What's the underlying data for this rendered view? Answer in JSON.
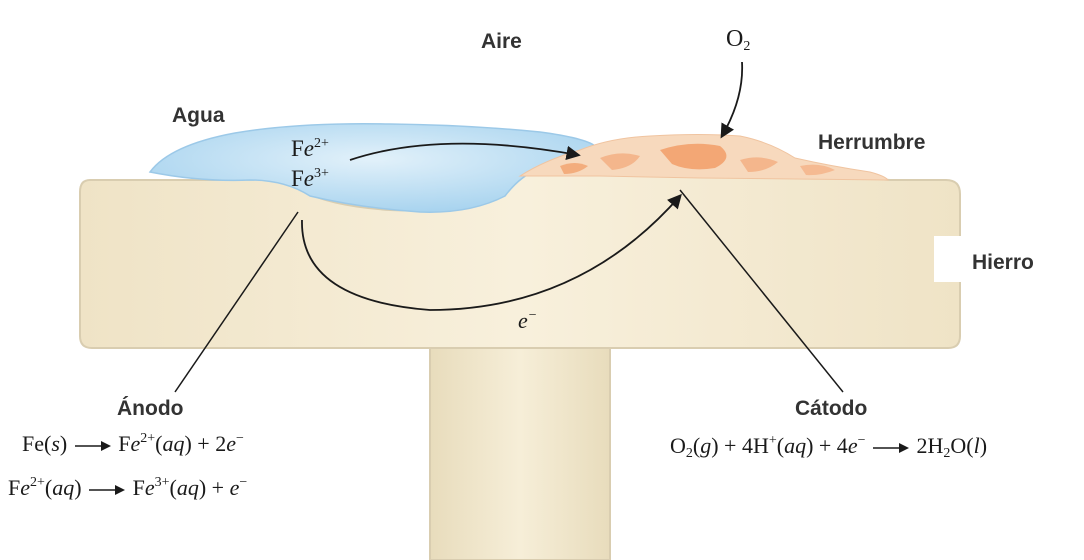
{
  "labels": {
    "aire": "Aire",
    "agua": "Agua",
    "herrumbre": "Herrumbre",
    "hierro": "Hierro",
    "anodo": "Ánodo",
    "catodo": "Cátodo",
    "o2_base": "O",
    "o2_sub": "2",
    "electron_e": "e",
    "electron_sup": "−",
    "ion_fe2_base": "Fe",
    "ion_fe2_sup": "2+",
    "ion_fe3_base": "Fe",
    "ion_fe3_sup": "3+"
  },
  "anode_reactions": [
    {
      "left": "Fe(s)",
      "right_a": "Fe",
      "right_sup": "2+",
      "right_b": "(aq) + 2e",
      "right_sup2": "−"
    },
    {
      "left_a": "Fe",
      "left_sup": "2+",
      "left_b": "(aq)",
      "right_a": "Fe",
      "right_sup": "3+",
      "right_b": "(aq) + e",
      "right_sup2": "−"
    }
  ],
  "cathode_reaction": {
    "p1": "O",
    "s1": "2",
    "p2": "(g) + 4H",
    "sup1": "+",
    "p3": "(aq) + 4e",
    "sup2": "−",
    "p4": "2H",
    "s2": "2",
    "p5": "O(l)"
  },
  "colors": {
    "iron_fill": "#f3ead4",
    "iron_edge": "#d9cdb0",
    "water_fill": "#bfe0f3",
    "water_edge": "#8ec4e6",
    "rust_fill": "#f6d2b2",
    "rust_dark": "#f0a173",
    "line": "#1a1a1a"
  }
}
